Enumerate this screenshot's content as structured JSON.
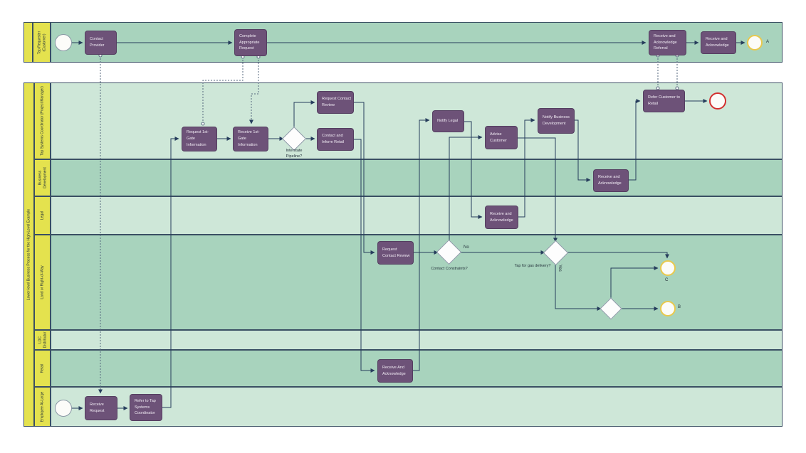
{
  "pool_top": {
    "lane_label": "Tap Requester (Customer)"
  },
  "pool_bottom": {
    "title": "Lower-level Business Process for the High-Level Example",
    "lanes": [
      "Tap Systems Coordinator (Project Manager)",
      "Business Development",
      "Legal",
      "Land or Right-of-Way",
      "LDC Distributor",
      "Retail",
      "Employee At-Large"
    ]
  },
  "nodes": {
    "contact_provider": "Contact Provider",
    "complete_appropriate_request": "Complete Appropriate Request",
    "receive_and_acknowledge_referral": "Receive and Acknowledge Referral",
    "receive_and_acknowledge_top": "Receive and Acknowledge",
    "request_1st_gate": "Request 1st-Gate Information",
    "receive_1st_gate": "Receive 1st-Gate Information",
    "request_contact_review_coord": "Request Contact Review",
    "contact_and_inform_retail": "Contact and Inform Retail",
    "notify_legal": "Notify Legal",
    "advise_customer": "Advise Customer",
    "notify_business_development": "Notify Business Development",
    "refer_customer_to_retail": "Refer Customer to Retail",
    "receive_and_acknowledge_bd": "Receive and Acknowledge",
    "receive_and_acknowledge_legal": "Receive and Acknowledge",
    "request_contact_review_land": "Request Contact Review",
    "receive_and_acknowledge_retail": "Receive And Acknowledge",
    "receive_request": "Receive Request",
    "refer_to_tap": "Refer to Tap Systems Coordinator"
  },
  "gateways": {
    "interstate_pipeline": "Interstate Pipeline?",
    "contact_constraints": "Contact Constraints?",
    "tap_for_gas": "Tap for gas delivery?"
  },
  "edge_labels": {
    "no": "No",
    "yes": "Yes"
  },
  "event_labels": {
    "a": "A",
    "b": "B",
    "c": "C"
  },
  "colors": {
    "lane_dark": "#a8d3bd",
    "lane_light": "#cee7d8",
    "label_yellow": "#e4e24e",
    "task_fill": "#6d5278",
    "task_border": "#543e60",
    "connector": "#263d5c",
    "end_gold": "#e9c94d",
    "end_red": "#d3302f"
  }
}
